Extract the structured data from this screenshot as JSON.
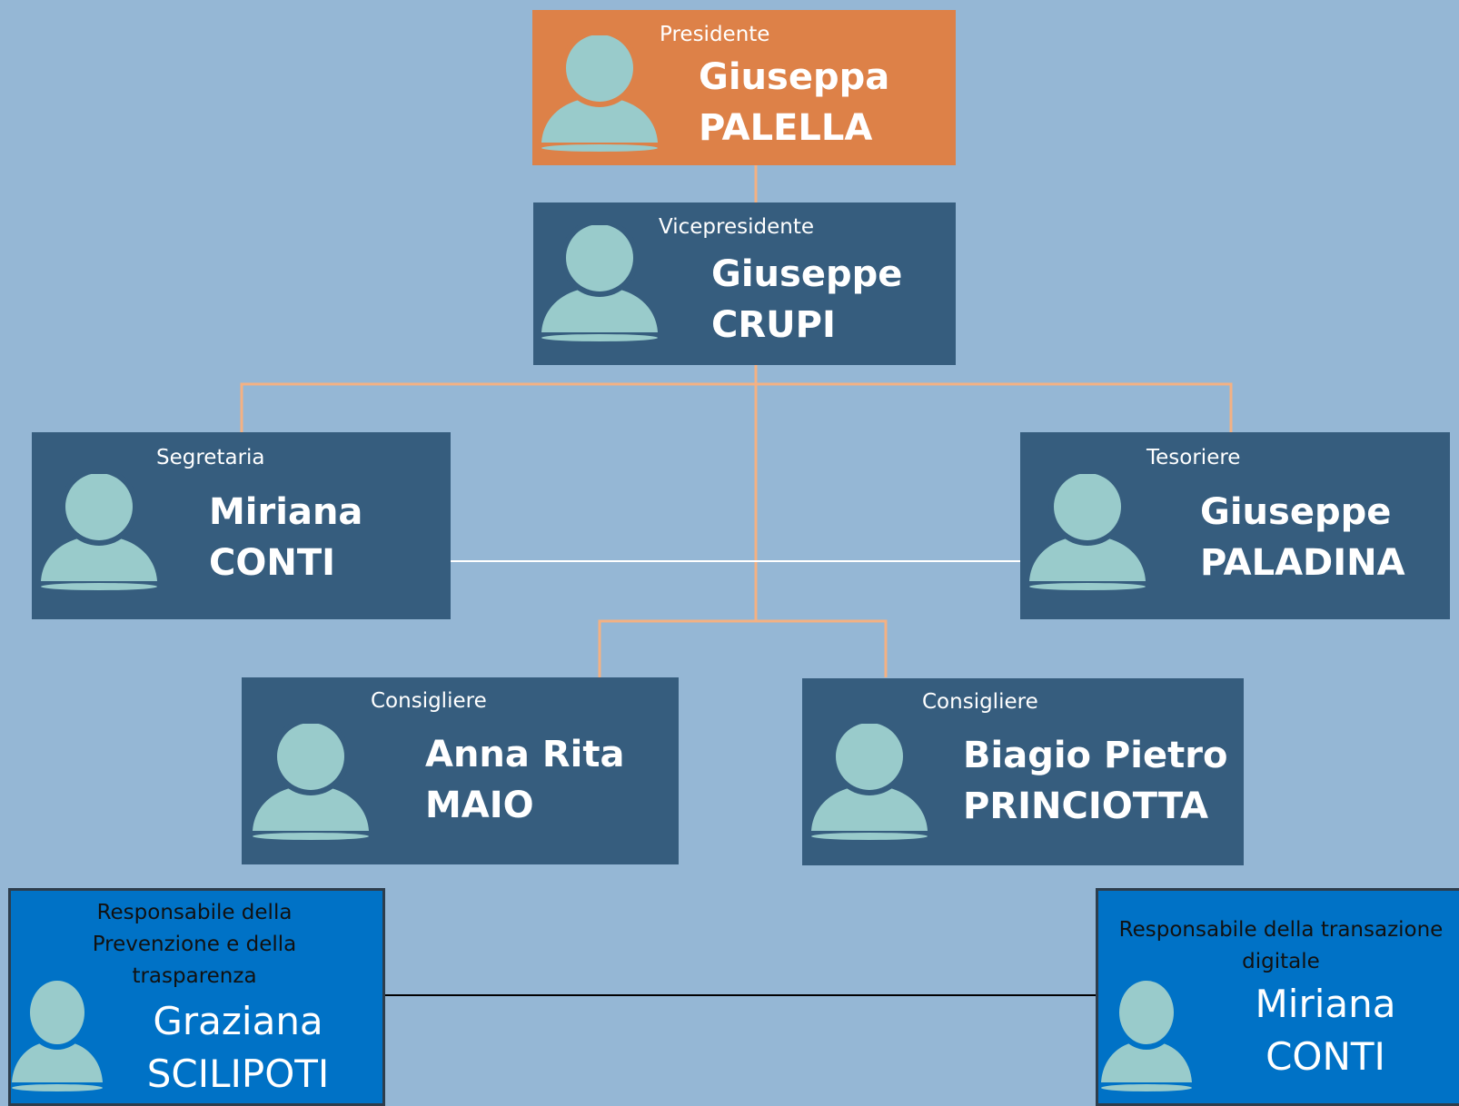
{
  "colors": {
    "background": "#95b7d5",
    "president_box": "#dd8148",
    "member_box": "#365d7e",
    "responsible_box": "#0072c6",
    "avatar": "#99cbcb",
    "connector": "#f4b183"
  },
  "president": {
    "role": "Presidente",
    "first_name": "Giuseppa",
    "last_name": "PALELLA",
    "icon": "person-icon"
  },
  "vice_president": {
    "role": "Vicepresidente",
    "first_name": "Giuseppe",
    "last_name": "CRUPI",
    "icon": "person-icon"
  },
  "secretary": {
    "role": "Segretaria",
    "first_name": "Miriana",
    "last_name": "CONTI",
    "icon": "person-icon"
  },
  "treasurer": {
    "role": "Tesoriere",
    "first_name": "Giuseppe",
    "last_name": "PALADINA",
    "icon": "person-icon"
  },
  "councillors": [
    {
      "role": "Consigliere",
      "first_name": "Anna Rita",
      "last_name": "MAIO",
      "icon": "person-icon"
    },
    {
      "role": "Consigliere",
      "first_name": "Biagio Pietro",
      "last_name": "PRINCIOTTA",
      "icon": "person-icon"
    }
  ],
  "transparency_officer": {
    "role": "Responsabile della Prevenzione e della trasparenza",
    "first_name": "Graziana",
    "last_name": "SCILIPOTI",
    "icon": "person-icon"
  },
  "digital_officer": {
    "role": "Responsabile della transazione digitale",
    "first_name": "Miriana",
    "last_name": "CONTI",
    "icon": "person-icon"
  }
}
